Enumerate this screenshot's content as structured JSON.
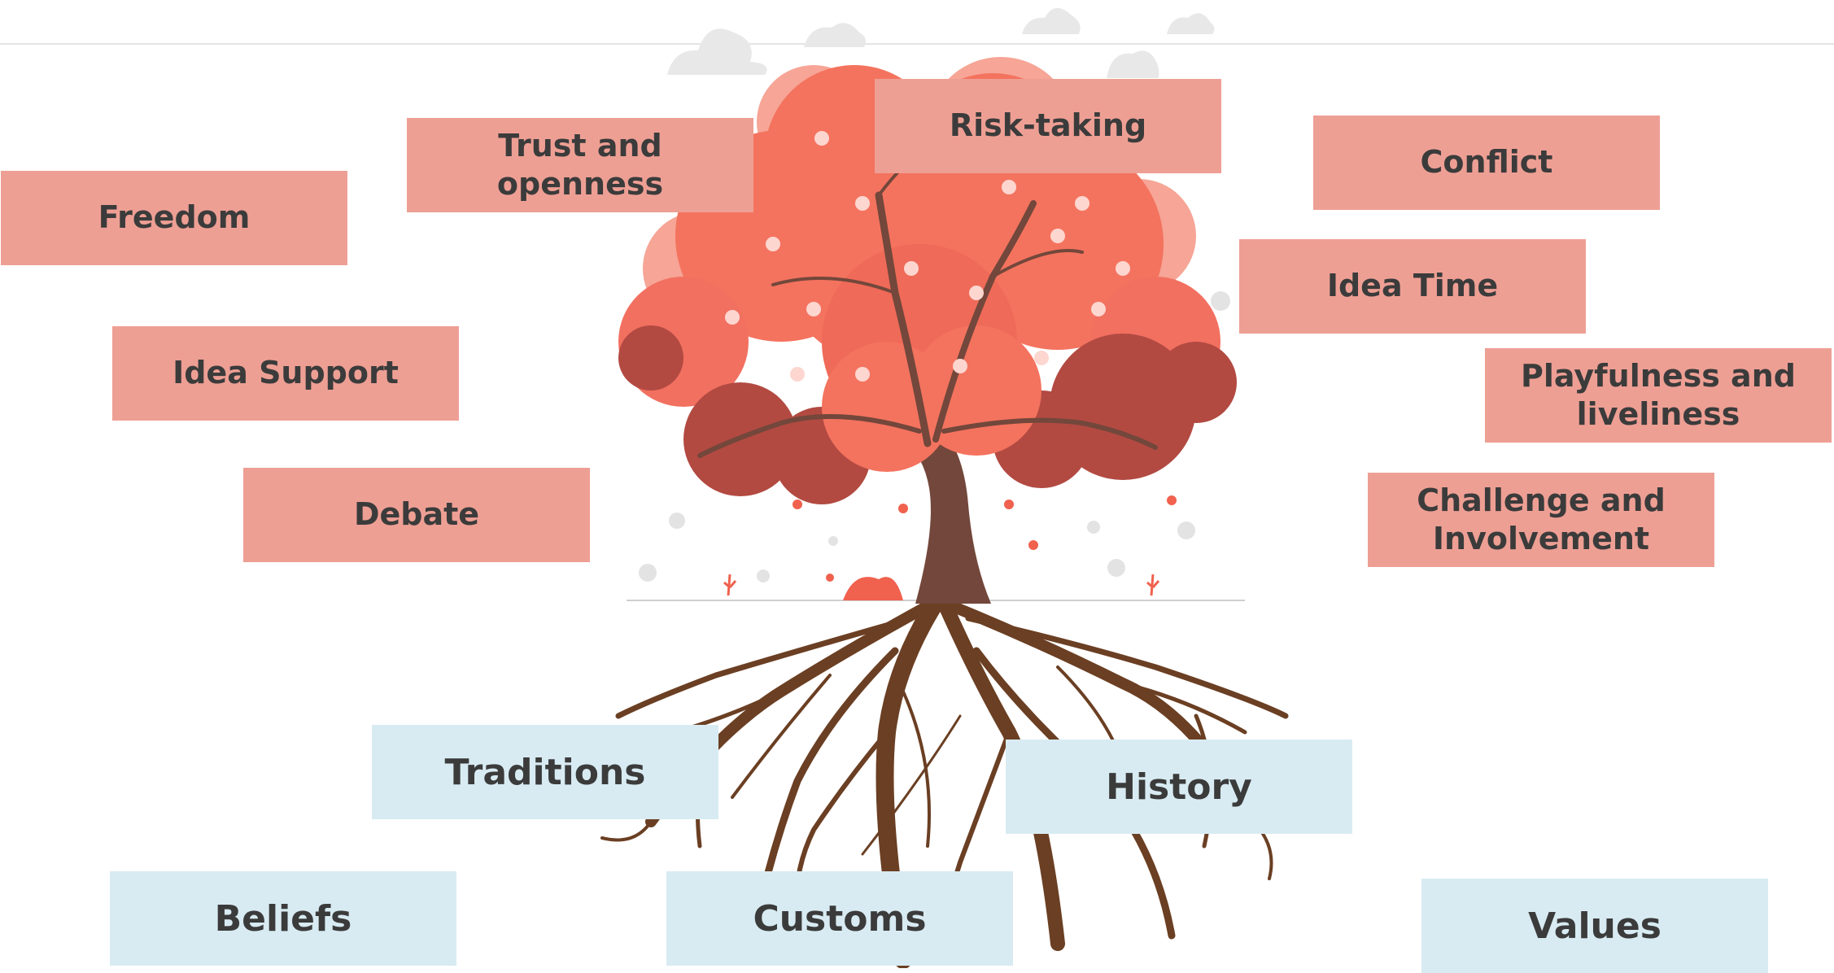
{
  "diagram": {
    "leaves": [
      {
        "key": "risk_taking",
        "label": "Risk-taking"
      },
      {
        "key": "trust_openness",
        "label": "Trust and openness"
      },
      {
        "key": "conflict",
        "label": "Conflict"
      },
      {
        "key": "freedom",
        "label": "Freedom"
      },
      {
        "key": "idea_time",
        "label": "Idea Time"
      },
      {
        "key": "idea_support",
        "label": "Idea Support"
      },
      {
        "key": "playfulness",
        "label": "Playfulness and liveliness"
      },
      {
        "key": "debate",
        "label": "Debate"
      },
      {
        "key": "challenge",
        "label": "Challenge and Involvement"
      }
    ],
    "roots": [
      {
        "key": "traditions",
        "label": "Traditions"
      },
      {
        "key": "history",
        "label": "History"
      },
      {
        "key": "beliefs",
        "label": "Beliefs"
      },
      {
        "key": "customs",
        "label": "Customs"
      },
      {
        "key": "values",
        "label": "Values"
      }
    ]
  },
  "colors": {
    "leaf_box": "#ee9f94",
    "root_box": "#d8ebf2",
    "foliage_light": "#f6a596",
    "foliage_main": "#f4735e",
    "foliage_dark": "#b24a42",
    "trunk": "#73473b",
    "roots": "#6b3f23",
    "clouds": "#e6e6e6"
  }
}
